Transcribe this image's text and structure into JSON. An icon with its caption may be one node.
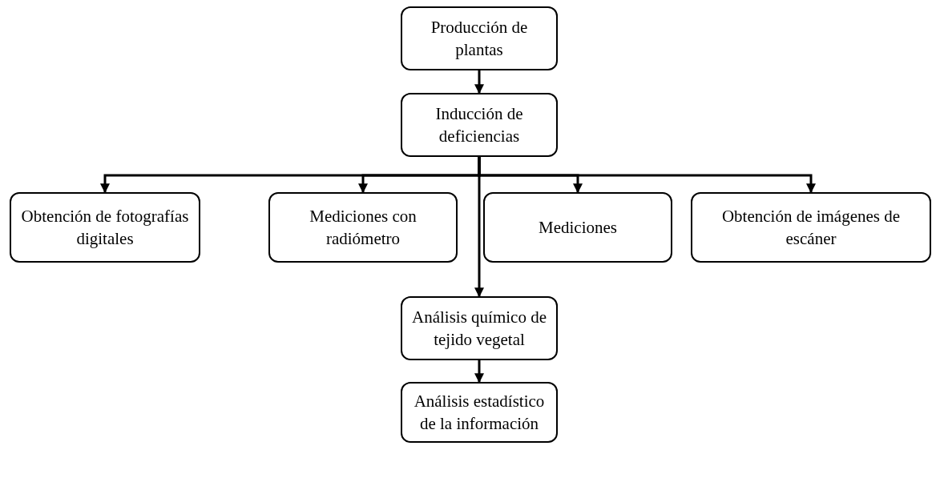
{
  "diagram": {
    "nodes": [
      {
        "text": [
          "Producción de plantas"
        ]
      },
      {
        "text": [
          "Inducción de deficiencias"
        ]
      },
      {
        "text": [
          "Obtención de fotografías digitales"
        ]
      },
      {
        "text": [
          "Mediciones con radiómetro"
        ]
      },
      {
        "text": [
          "Mediciones"
        ]
      },
      {
        "text": [
          "Obtención de imágenes de escáner"
        ]
      },
      {
        "text": [
          "Análisis químico de tejido vegetal"
        ]
      },
      {
        "text": [
          "Análisis estadístico de la información"
        ]
      }
    ],
    "edges": [
      {
        "from": 0,
        "to": 1,
        "arrow": "to"
      },
      {
        "from": 1,
        "to": 2,
        "arrow": "to"
      },
      {
        "from": 1,
        "to": 3,
        "arrow": "to"
      },
      {
        "from": 1,
        "to": 4,
        "arrow": "to"
      },
      {
        "from": 1,
        "to": 5,
        "arrow": "to"
      },
      {
        "from": 1,
        "to": 6,
        "arrow": "to"
      },
      {
        "from": 6,
        "to": 7,
        "arrow": "to"
      }
    ]
  }
}
